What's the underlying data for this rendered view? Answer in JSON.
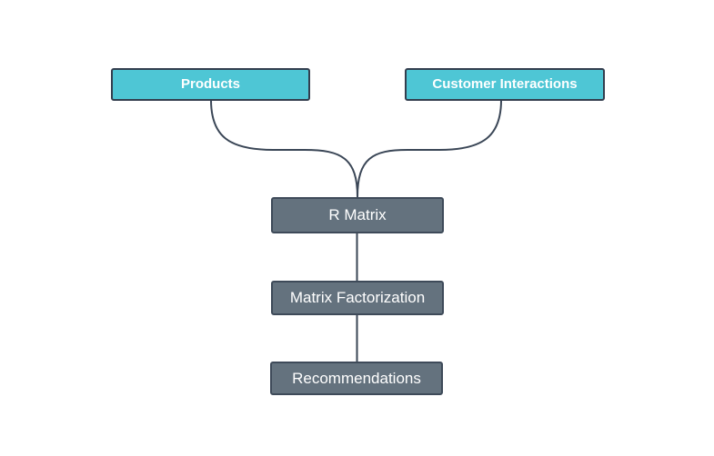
{
  "diagram": {
    "nodes": [
      {
        "id": "products",
        "label": "Products",
        "kind": "source"
      },
      {
        "id": "customer-interactions",
        "label": "Customer Interactions",
        "kind": "source"
      },
      {
        "id": "r-matrix",
        "label": "R Matrix",
        "kind": "process"
      },
      {
        "id": "matrix-factorization",
        "label": "Matrix Factorization",
        "kind": "process"
      },
      {
        "id": "recommendations",
        "label": "Recommendations",
        "kind": "process"
      }
    ],
    "edges": [
      {
        "from": "products",
        "to": "r-matrix"
      },
      {
        "from": "customer-interactions",
        "to": "r-matrix"
      },
      {
        "from": "r-matrix",
        "to": "matrix-factorization"
      },
      {
        "from": "matrix-factorization",
        "to": "recommendations"
      }
    ],
    "colors": {
      "background": "#ffffff",
      "source_fill": "#4ec6d5",
      "source_border": "#333e4e",
      "process_fill": "#64727e",
      "process_border": "#3e4a59",
      "connector": "#3a4656",
      "text": "#ffffff"
    }
  }
}
